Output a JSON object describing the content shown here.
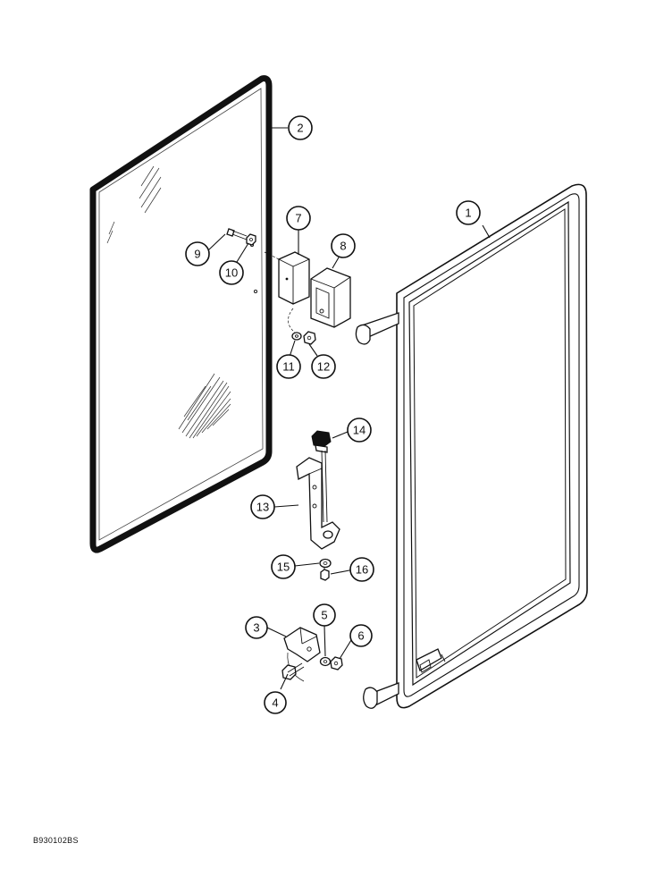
{
  "figure_code": "B930102BS",
  "callouts": [
    {
      "id": "c1",
      "label": "1"
    },
    {
      "id": "c2",
      "label": "2"
    },
    {
      "id": "c3",
      "label": "3"
    },
    {
      "id": "c4",
      "label": "4"
    },
    {
      "id": "c5",
      "label": "5"
    },
    {
      "id": "c6",
      "label": "6"
    },
    {
      "id": "c7",
      "label": "7"
    },
    {
      "id": "c8",
      "label": "8"
    },
    {
      "id": "c9",
      "label": "9"
    },
    {
      "id": "c10",
      "label": "10"
    },
    {
      "id": "c11",
      "label": "11"
    },
    {
      "id": "c12",
      "label": "12"
    },
    {
      "id": "c13",
      "label": "13"
    },
    {
      "id": "c14",
      "label": "14"
    },
    {
      "id": "c15",
      "label": "15"
    },
    {
      "id": "c16",
      "label": "16"
    }
  ]
}
